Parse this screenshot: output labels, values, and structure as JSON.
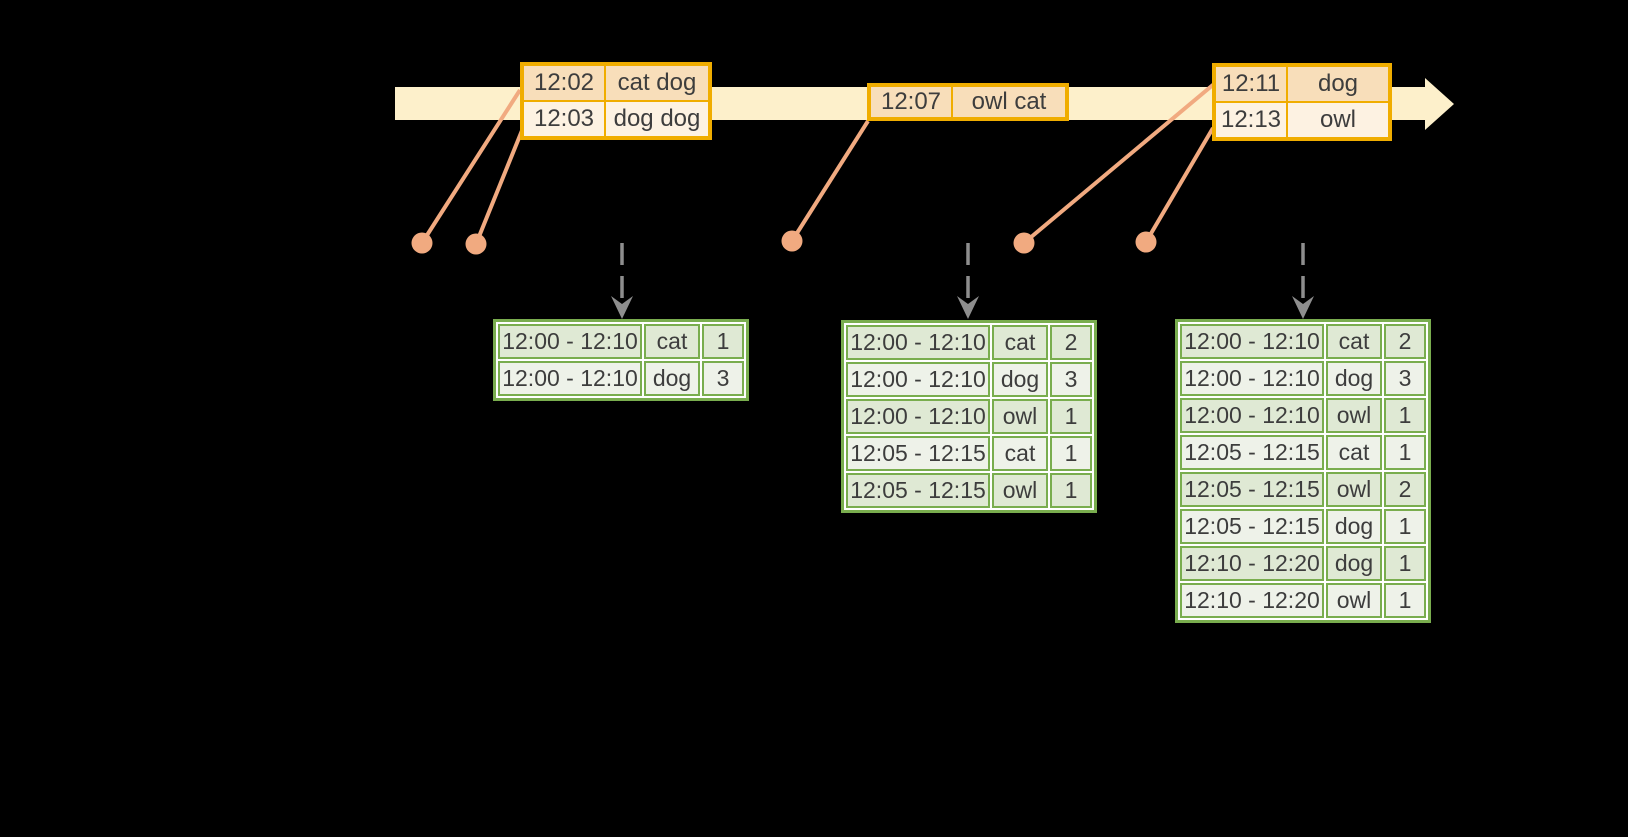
{
  "timeline": {
    "event_tables": [
      {
        "rows": [
          {
            "time": "12:02",
            "words": "cat dog"
          },
          {
            "time": "12:03",
            "words": "dog dog"
          }
        ]
      },
      {
        "rows": [
          {
            "time": "12:07",
            "words": "owl cat"
          }
        ]
      },
      {
        "rows": [
          {
            "time": "12:11",
            "words": "dog"
          },
          {
            "time": "12:13",
            "words": "owl"
          }
        ]
      }
    ]
  },
  "result_tables": [
    {
      "rows": [
        {
          "window": "12:00 - 12:10",
          "word": "cat",
          "count": "1"
        },
        {
          "window": "12:00 - 12:10",
          "word": "dog",
          "count": "3"
        }
      ]
    },
    {
      "rows": [
        {
          "window": "12:00 - 12:10",
          "word": "cat",
          "count": "2"
        },
        {
          "window": "12:00 - 12:10",
          "word": "dog",
          "count": "3"
        },
        {
          "window": "12:00 - 12:10",
          "word": "owl",
          "count": "1"
        },
        {
          "window": "12:05 - 12:15",
          "word": "cat",
          "count": "1"
        },
        {
          "window": "12:05 - 12:15",
          "word": "owl",
          "count": "1"
        }
      ]
    },
    {
      "rows": [
        {
          "window": "12:00 - 12:10",
          "word": "cat",
          "count": "2"
        },
        {
          "window": "12:00 - 12:10",
          "word": "dog",
          "count": "3"
        },
        {
          "window": "12:00 - 12:10",
          "word": "owl",
          "count": "1"
        },
        {
          "window": "12:05 - 12:15",
          "word": "cat",
          "count": "1"
        },
        {
          "window": "12:05 - 12:15",
          "word": "owl",
          "count": "2"
        },
        {
          "window": "12:05 - 12:15",
          "word": "dog",
          "count": "1"
        },
        {
          "window": "12:10 - 12:20",
          "word": "dog",
          "count": "1"
        },
        {
          "window": "12:10 - 12:20",
          "word": "owl",
          "count": "1"
        }
      ]
    }
  ],
  "colors": {
    "background": "#000000",
    "timeline_band": "#fdf0cb",
    "event_table_border": "#f0ad00",
    "event_row_fill_dark": "#f8deba",
    "event_row_fill_light": "#fdf2e2",
    "marker_salmon": "#f1aa80",
    "result_table_border": "#79ad4e",
    "result_row_fill_dark": "#dfe9d4",
    "result_row_fill_light": "#eef2e9",
    "trigger_arrow_gray": "#8e8e8e",
    "text": "#3d3d3d"
  }
}
